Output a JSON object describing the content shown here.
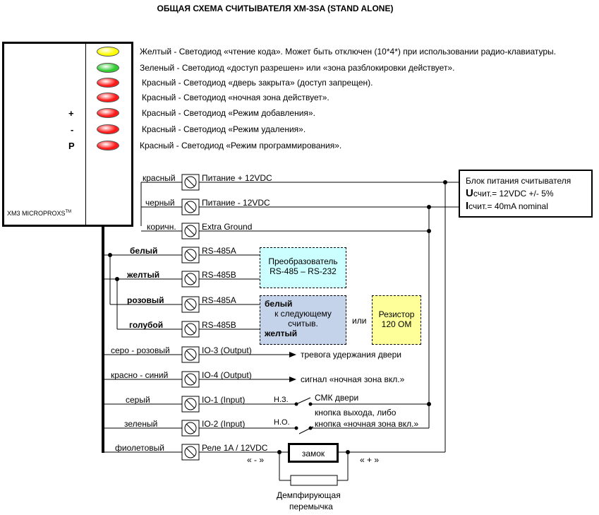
{
  "title": "ОБЩАЯ СХЕМА СЧИТЫВАТЕЛЯ XM-3SA (STAND ALONE)",
  "device": {
    "model_label": "XM3 MICROPROXS",
    "trademark": "TM",
    "keys": [
      "+",
      "-",
      "P"
    ]
  },
  "leds": [
    {
      "color": "#ffff00",
      "label": "Желтый - Светодиод «чтение кода». Может быть отключен (10*4*) при использовании радио-клавиатуры."
    },
    {
      "color": "#33cc33",
      "label": "Зеленый - Светодиод «доступ разрешен» или «зона разблокировки действует»."
    },
    {
      "color": "#ff1a1a",
      "label": "Красный - Светодиод «дверь закрыта» (доступ запрещен)."
    },
    {
      "color": "#ff1a1a",
      "label": "Красный - Светодиод «ночная зона действует»."
    },
    {
      "color": "#ff1a1a",
      "label": "Красный - Светодиод «Режим добавления»."
    },
    {
      "color": "#ff1a1a",
      "label": "Красный - Светодиод «Режим удаления»."
    },
    {
      "color": "#ff1a1a",
      "label": "Красный - Светодиод «Режим программирования»."
    }
  ],
  "wires": [
    {
      "color_name": "красный",
      "bold": false,
      "terminal": "Питание + 12VDC"
    },
    {
      "color_name": "черный",
      "bold": false,
      "terminal": "Питание - 12VDC"
    },
    {
      "color_name": "коричн.",
      "bold": false,
      "terminal": "Extra Ground"
    },
    {
      "color_name": "белый",
      "bold": true,
      "terminal": "RS-485A"
    },
    {
      "color_name": "желтый",
      "bold": true,
      "terminal": "RS-485B"
    },
    {
      "color_name": "розовый",
      "bold": true,
      "terminal": "RS-485A"
    },
    {
      "color_name": "голубой",
      "bold": true,
      "terminal": "RS-485B"
    },
    {
      "color_name": "серо - розовый",
      "bold": false,
      "terminal": "IO-3 (Output)"
    },
    {
      "color_name": "красно - синий",
      "bold": false,
      "terminal": "IO-4 (Output)"
    },
    {
      "color_name": "серый",
      "bold": false,
      "terminal": "IO-1 (Input)"
    },
    {
      "color_name": "зеленый",
      "bold": false,
      "terminal": "IO-2 (Input)"
    },
    {
      "color_name": "фиолетовый",
      "bold": false,
      "terminal": "Реле 1A / 12VDC"
    }
  ],
  "power_supply": {
    "title": "Блок питания считывателя",
    "voltage_prefix": "U",
    "voltage_text": "счит.= 12VDC +/- 5%",
    "current_prefix": "I",
    "current_text": "счит.= 40mA nominal"
  },
  "converter": {
    "line1": "Преобразователь",
    "line2": "RS-485 – RS-232",
    "color": "#ccffff"
  },
  "next_reader": {
    "top": "белый",
    "line1": "к следующему",
    "line2": "считыв.",
    "bottom": "желтый",
    "color": "#c5d3ea"
  },
  "or_label": "или",
  "resistor": {
    "line1": "Резистор",
    "line2": "120 OM",
    "color": "#ffff99"
  },
  "outputs": {
    "io3": "тревога удержания двери",
    "io4": "сигнал «ночная зона вкл.»"
  },
  "inputs": {
    "nc_label": "Н.З.",
    "no_label": "Н.О.",
    "door_contact": "СМК двери",
    "exit_button_1": "кнопка выхода, либо",
    "exit_button_2": "кнопка «ночная зона вкл.»"
  },
  "lock": {
    "label": "замок",
    "minus": "« - »",
    "plus": "« + »",
    "damper_1": "Демпфирующая",
    "damper_2": "перемычка"
  }
}
